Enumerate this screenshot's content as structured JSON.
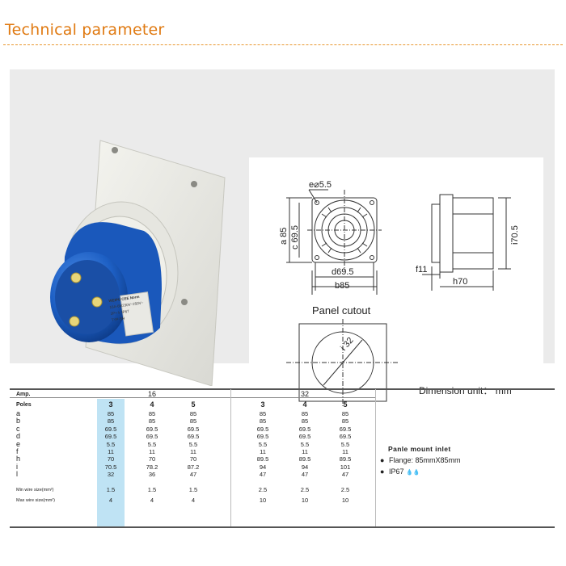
{
  "header": {
    "title": "Technical parameter"
  },
  "product": {
    "brand": "WEIPU",
    "norm": "CEE Norm",
    "rating": "16A-6h/230V~250V~",
    "poles_mark": "2P+⏚",
    "ip": "IP67",
    "model": "TYP-SH"
  },
  "drawing": {
    "dim_e": "e⌀5.5",
    "dim_a": "a 85",
    "dim_c": "c 69.5",
    "dim_d": "d69.5",
    "dim_b": "b85",
    "dim_i": "i70.5",
    "dim_f": "f11",
    "dim_h": "h70",
    "cutout_title": "Panel cutout",
    "cutout_dim": "i 32",
    "unit_note": "Dimension unit： mm"
  },
  "table": {
    "amp_label": "Amp.",
    "amp_values": [
      "16",
      "32"
    ],
    "poles_label": "Poles",
    "poles": [
      "3",
      "4",
      "5",
      "3",
      "4",
      "5"
    ],
    "rows": [
      {
        "label": "a",
        "values": [
          "85",
          "85",
          "85",
          "85",
          "85",
          "85"
        ]
      },
      {
        "label": "b",
        "values": [
          "85",
          "85",
          "85",
          "85",
          "85",
          "85"
        ]
      },
      {
        "label": "c",
        "values": [
          "69.5",
          "69.5",
          "69.5",
          "69.5",
          "69.5",
          "69.5"
        ]
      },
      {
        "label": "d",
        "values": [
          "69.5",
          "69.5",
          "69.5",
          "69.5",
          "69.5",
          "69.5"
        ]
      },
      {
        "label": "e",
        "values": [
          "5.5",
          "5.5",
          "5.5",
          "5.5",
          "5.5",
          "5.5"
        ]
      },
      {
        "label": "f",
        "values": [
          "11",
          "11",
          "11",
          "11",
          "11",
          "11"
        ]
      },
      {
        "label": "h",
        "values": [
          "70",
          "70",
          "70",
          "89.5",
          "89.5",
          "89.5"
        ]
      },
      {
        "label": "i",
        "values": [
          "70.5",
          "78.2",
          "87.2",
          "94",
          "94",
          "101"
        ]
      },
      {
        "label": "l",
        "values": [
          "32",
          "36",
          "47",
          "47",
          "47",
          "47"
        ]
      }
    ],
    "min_wire_label": "Min wire size(mm²)",
    "min_wire": [
      "1.5",
      "1.5",
      "1.5",
      "2.5",
      "2.5",
      "2.5"
    ],
    "max_wire_label": "Max wire size(mm²)",
    "max_wire": [
      "4",
      "4",
      "4",
      "10",
      "10",
      "10"
    ]
  },
  "notes": {
    "title": "Panle mount inlet",
    "flange": "Flange: 85mmX85mm",
    "ip": "IP67"
  },
  "colors": {
    "title": "#e07a12",
    "plug_blue": "#1d5fc4",
    "highlight_column": "#bfe3f4",
    "panel_bg": "#ebebeb"
  }
}
